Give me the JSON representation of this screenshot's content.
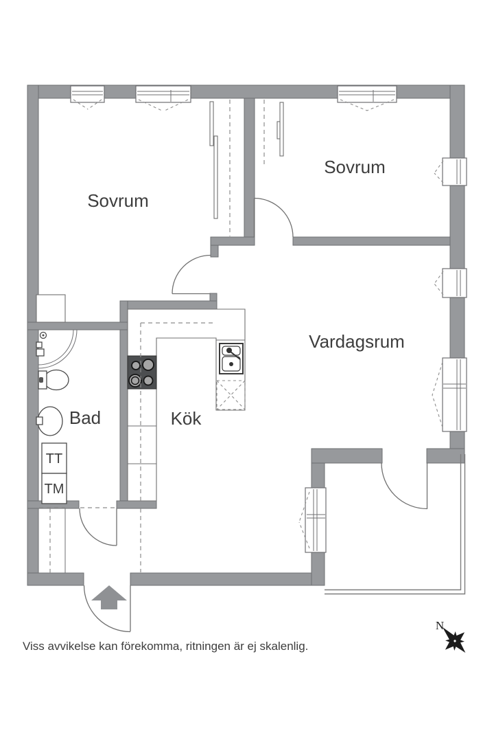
{
  "labels": {
    "bedroom_left": "Sovrum",
    "bedroom_right": "Sovrum",
    "living_room": "Vardagsrum",
    "bathroom": "Bad",
    "kitchen": "Kök",
    "dryer": "TT",
    "washer": "TM"
  },
  "compass": {
    "north": "N"
  },
  "footer": {
    "disclaimer": "Viss avvikelse kan förekomma, ritningen är ej skalenlig."
  },
  "colors": {
    "wall": "#97999c",
    "wall_line": "#6d6f72",
    "line": "#707070",
    "dash": "#8c8c8c",
    "text": "#3d3d3d",
    "stove": "#4c4e50",
    "arrow": "#8f9194",
    "compass": "#1c1c1c",
    "bg": "#ffffff"
  }
}
